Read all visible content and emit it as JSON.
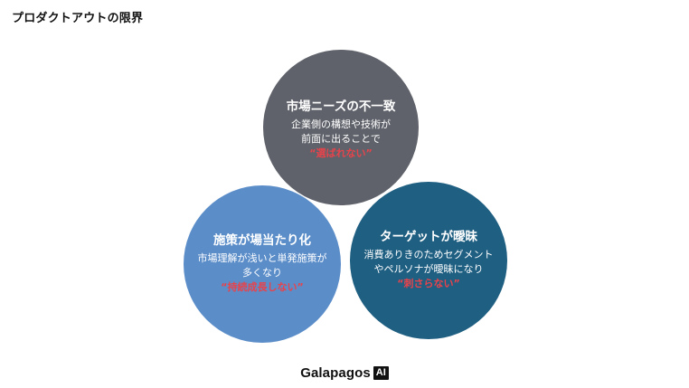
{
  "page": {
    "title": "プロダクトアウトの限界"
  },
  "circles": [
    {
      "title": "市場ニーズの不一致",
      "desc": [
        "企業側の構想や技術が",
        "前面に出ることで"
      ],
      "highlight": "“選ばれない”",
      "color": "#5f626a",
      "highlight_color": "#e8434b"
    },
    {
      "title": "施策が場当たり化",
      "desc": [
        "市場理解が浅いと単発施策が",
        "多くなり"
      ],
      "highlight": "“持続成長しない”",
      "color": "#5b8dc9",
      "highlight_color": "#e8434b"
    },
    {
      "title": "ターゲットが曖昧",
      "desc": [
        "消費ありきのためセグメント",
        "やペルソナが曖昧になり"
      ],
      "highlight": "“刺さらない”",
      "color": "#1f5f82",
      "highlight_color": "#e8434b"
    }
  ],
  "logo": {
    "text": "Galapagos",
    "badge": "AI"
  }
}
